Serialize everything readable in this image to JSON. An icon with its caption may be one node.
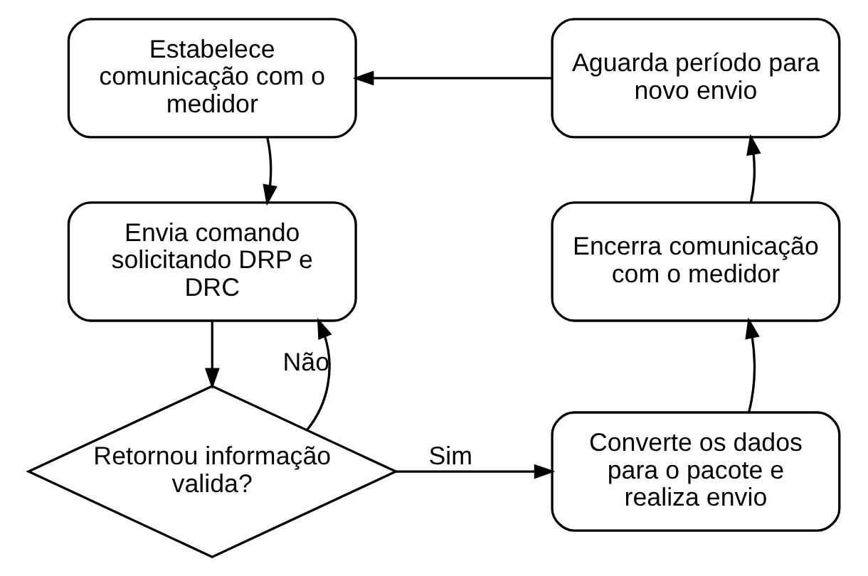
{
  "diagram": {
    "nodes": [
      {
        "text": [
          "Estabelece comunicação com o medidor"
        ]
      },
      {
        "text": [
          "Envia comando solicitando DRP e DRC"
        ]
      },
      {
        "text": [
          "Retornou informação valida?"
        ]
      },
      {
        "text": [
          "Converte os dados para o pacote e realiza envio"
        ]
      },
      {
        "text": [
          "Encerra comunicação com o medidor"
        ]
      },
      {
        "text": [
          "Aguarda período para novo envio"
        ]
      }
    ],
    "edges": [
      {
        "from": 0,
        "to": 1,
        "arrow": "to"
      },
      {
        "from": 1,
        "to": 2,
        "arrow": "to"
      },
      {
        "from": 2,
        "to": 3,
        "label": "Sim",
        "arrow": "to"
      },
      {
        "from": 2,
        "to": 1,
        "label": "Não",
        "arrow": "to"
      },
      {
        "from": 3,
        "to": 4,
        "arrow": "to"
      },
      {
        "from": 4,
        "to": 5,
        "arrow": "to"
      },
      {
        "from": 5,
        "to": 0,
        "arrow": "to"
      }
    ]
  }
}
